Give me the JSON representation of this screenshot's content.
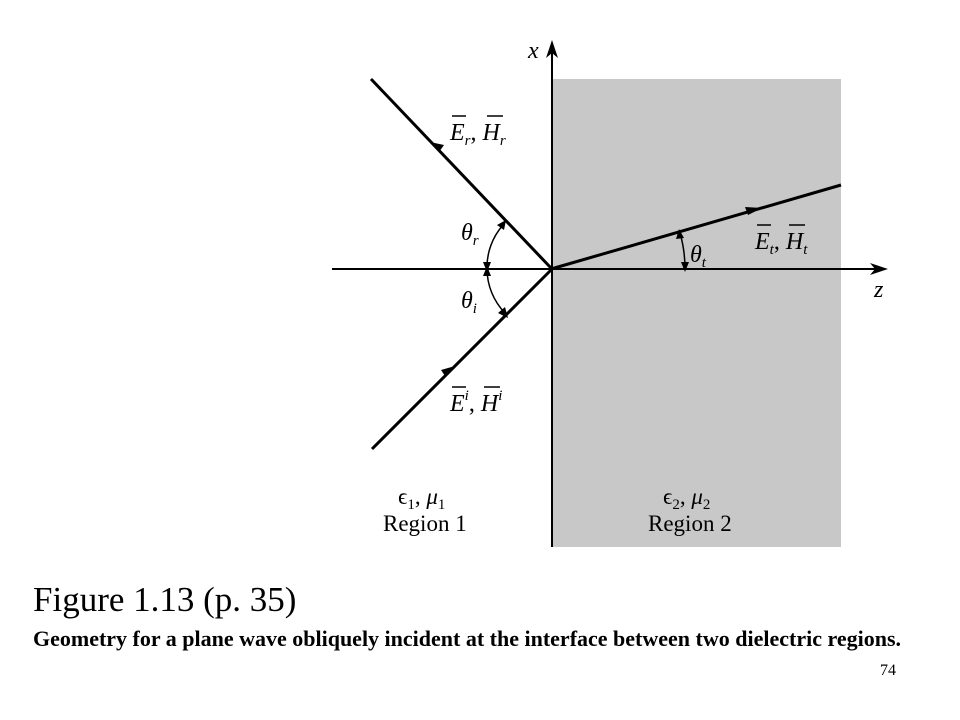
{
  "figure": {
    "axis_x_label": "x",
    "axis_z_label": "z",
    "reflected_field": {
      "e": "E",
      "e_sub": "r",
      "sep": ", ",
      "h": "H",
      "h_sub": "r"
    },
    "incident_field": {
      "e": "E",
      "e_sup": "i",
      "sep": ", ",
      "h": "H",
      "h_sup": "i"
    },
    "transmitted_field": {
      "e": "E",
      "e_sub": "t",
      "sep": ", ",
      "h": "H",
      "h_sub": "t"
    },
    "theta_r": {
      "symbol": "θ",
      "sub": "r"
    },
    "theta_i": {
      "symbol": "θ",
      "sub": "i"
    },
    "theta_t": {
      "symbol": "θ",
      "sub": "t"
    },
    "region1": {
      "params": {
        "eps": "ϵ",
        "eps_sub": "1",
        "sep": ", ",
        "mu": "μ",
        "mu_sub": "1"
      },
      "name": "Region 1"
    },
    "region2": {
      "params": {
        "eps": "ϵ",
        "eps_sub": "2",
        "sep": ", ",
        "mu": "μ",
        "mu_sub": "2"
      },
      "name": "Region 2"
    },
    "colors": {
      "region2_fill": "#c8c8c8",
      "lines": "#000000"
    }
  },
  "caption": {
    "title": "Figure 1.13  (p. 35)",
    "body": "Geometry for a plane wave obliquely incident at the interface between two dielectric regions."
  },
  "page_number": "74"
}
